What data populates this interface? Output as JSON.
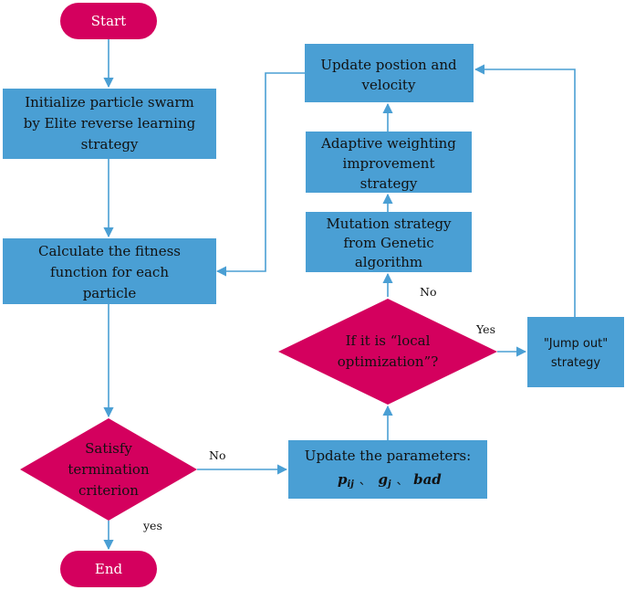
{
  "colors": {
    "process_fill": "#4a9fd4",
    "terminal_fill": "#d4005e",
    "connector": "#4a9fd4"
  },
  "nodes": {
    "start": "Start",
    "init": [
      "Initialize particle swarm",
      "by Elite reverse learning",
      "strategy"
    ],
    "fitness": [
      "Calculate the fitness",
      "function for each",
      "particle"
    ],
    "termination": [
      "Satisfy",
      "termination",
      "criterion"
    ],
    "end": "End",
    "update_params": {
      "line1": "Update the parameters:",
      "p": "p",
      "p_sub": "ij",
      "sep1": "、",
      "g": "g",
      "g_sub": "j",
      "sep2": "、",
      "bad": "bad"
    },
    "local_opt": [
      "If it is “local",
      "optimization”?"
    ],
    "jump_out": [
      "\"Jump out\"",
      "strategy"
    ],
    "mutation": [
      "Mutation strategy",
      "from Genetic",
      "algorithm"
    ],
    "adaptive": [
      "Adaptive weighting",
      "improvement",
      "strategy"
    ],
    "update_pos": [
      "Update postion and",
      "velocity"
    ]
  },
  "edge_labels": {
    "no_term": "No",
    "yes_term": "yes",
    "no_local": "No",
    "yes_local": "Yes"
  }
}
